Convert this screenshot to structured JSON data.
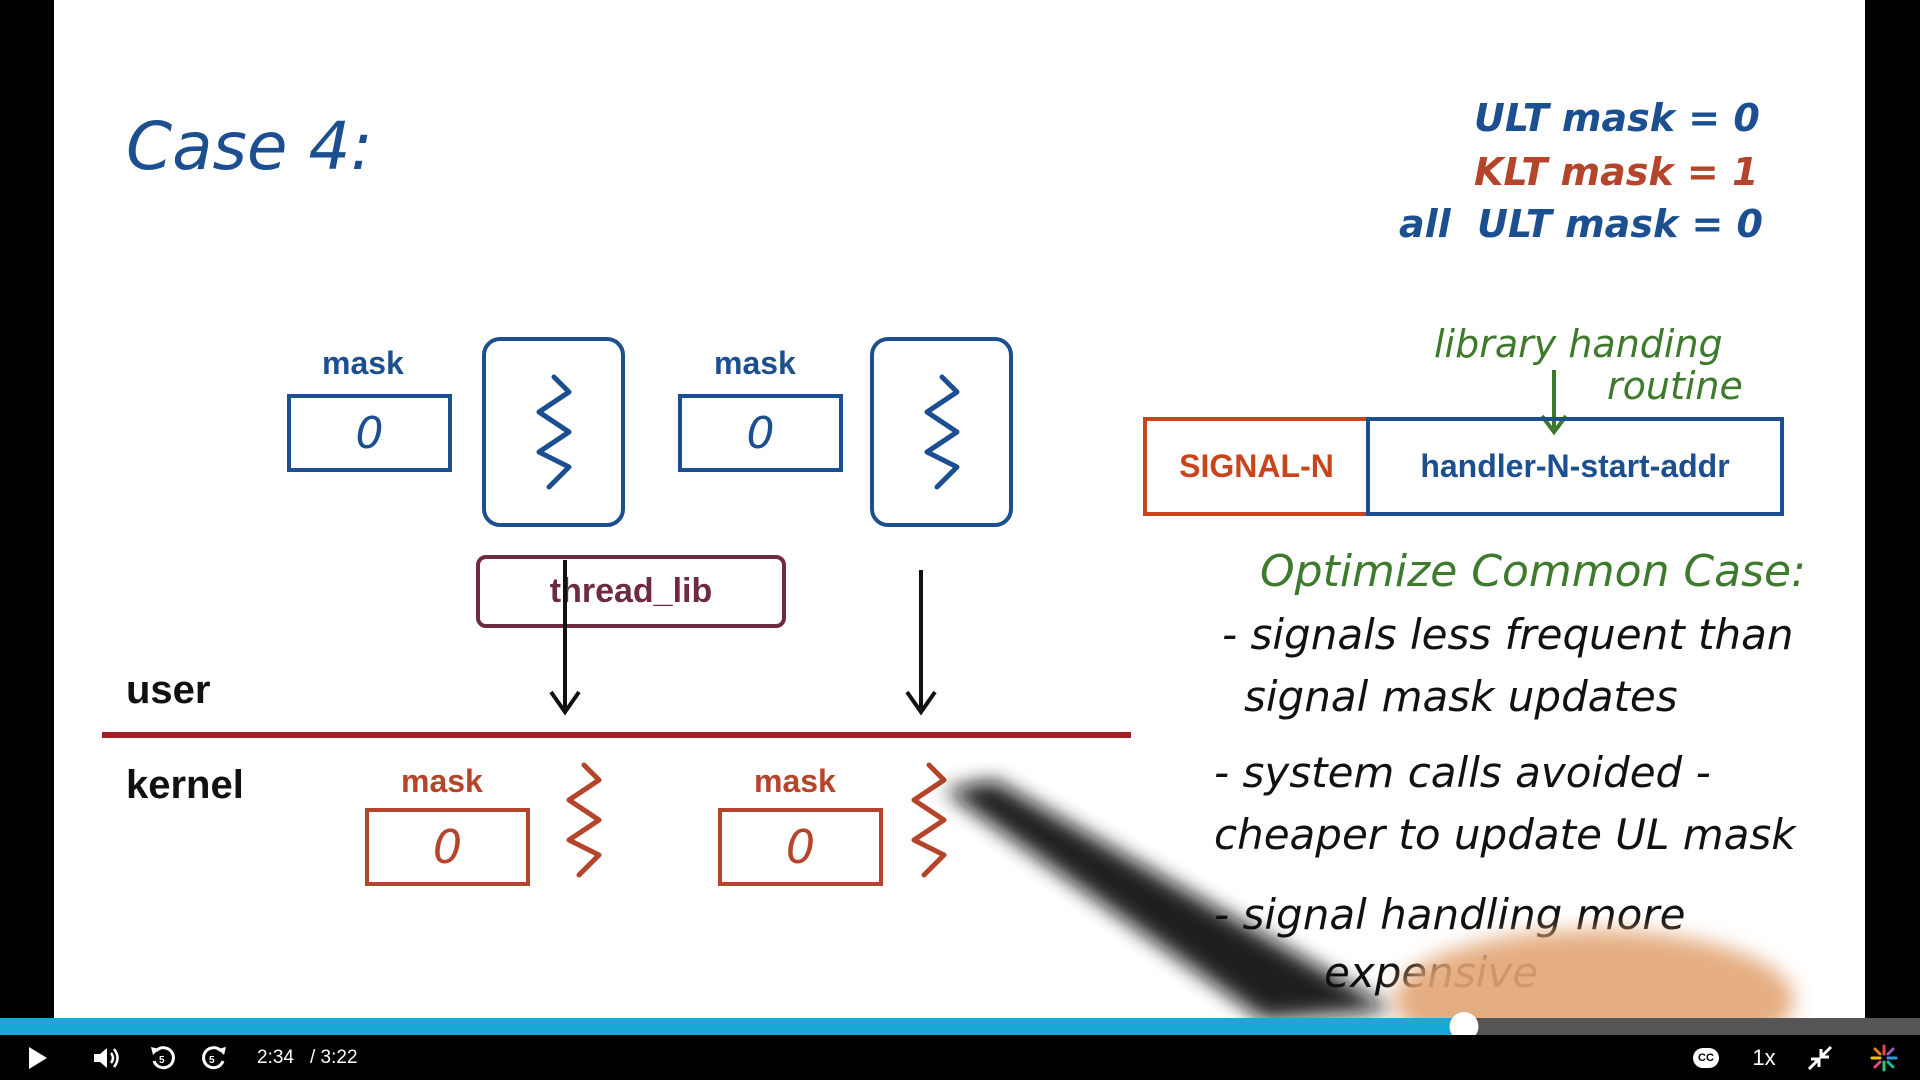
{
  "slide": {
    "title": "Case 4:",
    "notes": {
      "line1": "ULT mask = 0",
      "line2": "KLT mask = 1",
      "line3": "all  ULT mask = 0"
    },
    "user_threads": [
      {
        "mask_label": "mask",
        "mask_value": "0"
      },
      {
        "mask_label": "mask",
        "mask_value": "0"
      }
    ],
    "thread_lib_label": "thread_lib",
    "user_label": "user",
    "kernel_label": "kernel",
    "kernel_threads": [
      {
        "mask_label": "mask",
        "mask_value": "0"
      },
      {
        "mask_label": "mask",
        "mask_value": "0"
      }
    ],
    "library_note_line1": "library handing",
    "library_note_line2": "routine",
    "signal_table": {
      "signal": "SIGNAL-N",
      "handler": "handler-N-start-addr"
    },
    "optimize": {
      "heading": "Optimize Common Case:",
      "lines": [
        "- signals less frequent than",
        "signal mask updates",
        "- system calls avoided -",
        "cheaper to update UL mask",
        "- signal handling more",
        "expensive"
      ]
    },
    "colors": {
      "blue": "#1b4f8f",
      "red": "#b5452a",
      "green": "#3d7a2c",
      "maroon": "#6e2a3f"
    }
  },
  "player": {
    "current_time": "2:34",
    "total_time": "/ 3:22",
    "progress_fraction": 0.7626,
    "speed": "1x",
    "cc_label": "CC",
    "icons": [
      "play-icon",
      "volume-icon",
      "rewind-icon",
      "forward-icon",
      "captions-icon",
      "exit-fullscreen-icon",
      "brand-logo-icon"
    ]
  }
}
